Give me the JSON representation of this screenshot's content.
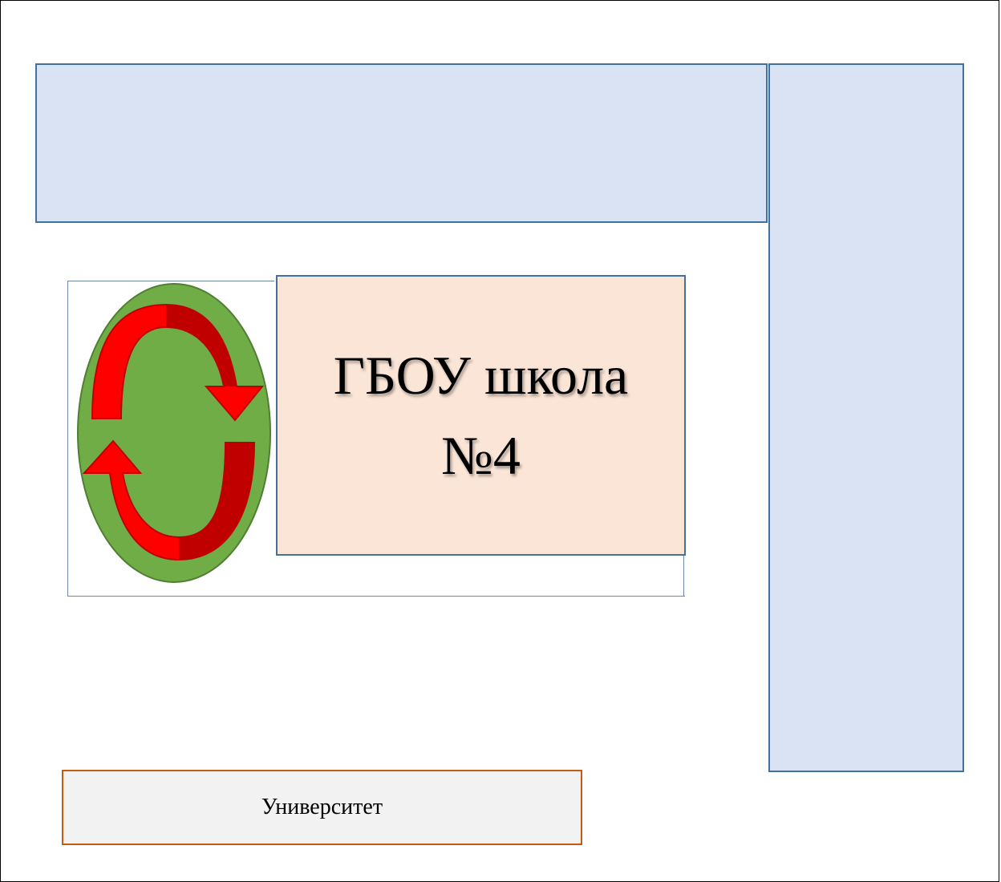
{
  "school": {
    "line1": "ГБОУ школа",
    "line2": "№4"
  },
  "university": {
    "label": "Университет"
  },
  "colors": {
    "building_fill": "#dae3f3",
    "building_border": "#41719c",
    "school_fill": "#fbe5d6",
    "university_fill": "#f2f2f2",
    "university_border": "#c55a11",
    "yard_fill": "#70ad47",
    "arrow_fill": "#ff0000",
    "arrow_shade": "#c00000"
  },
  "icons": {
    "yard": "circular-arrows-icon"
  }
}
